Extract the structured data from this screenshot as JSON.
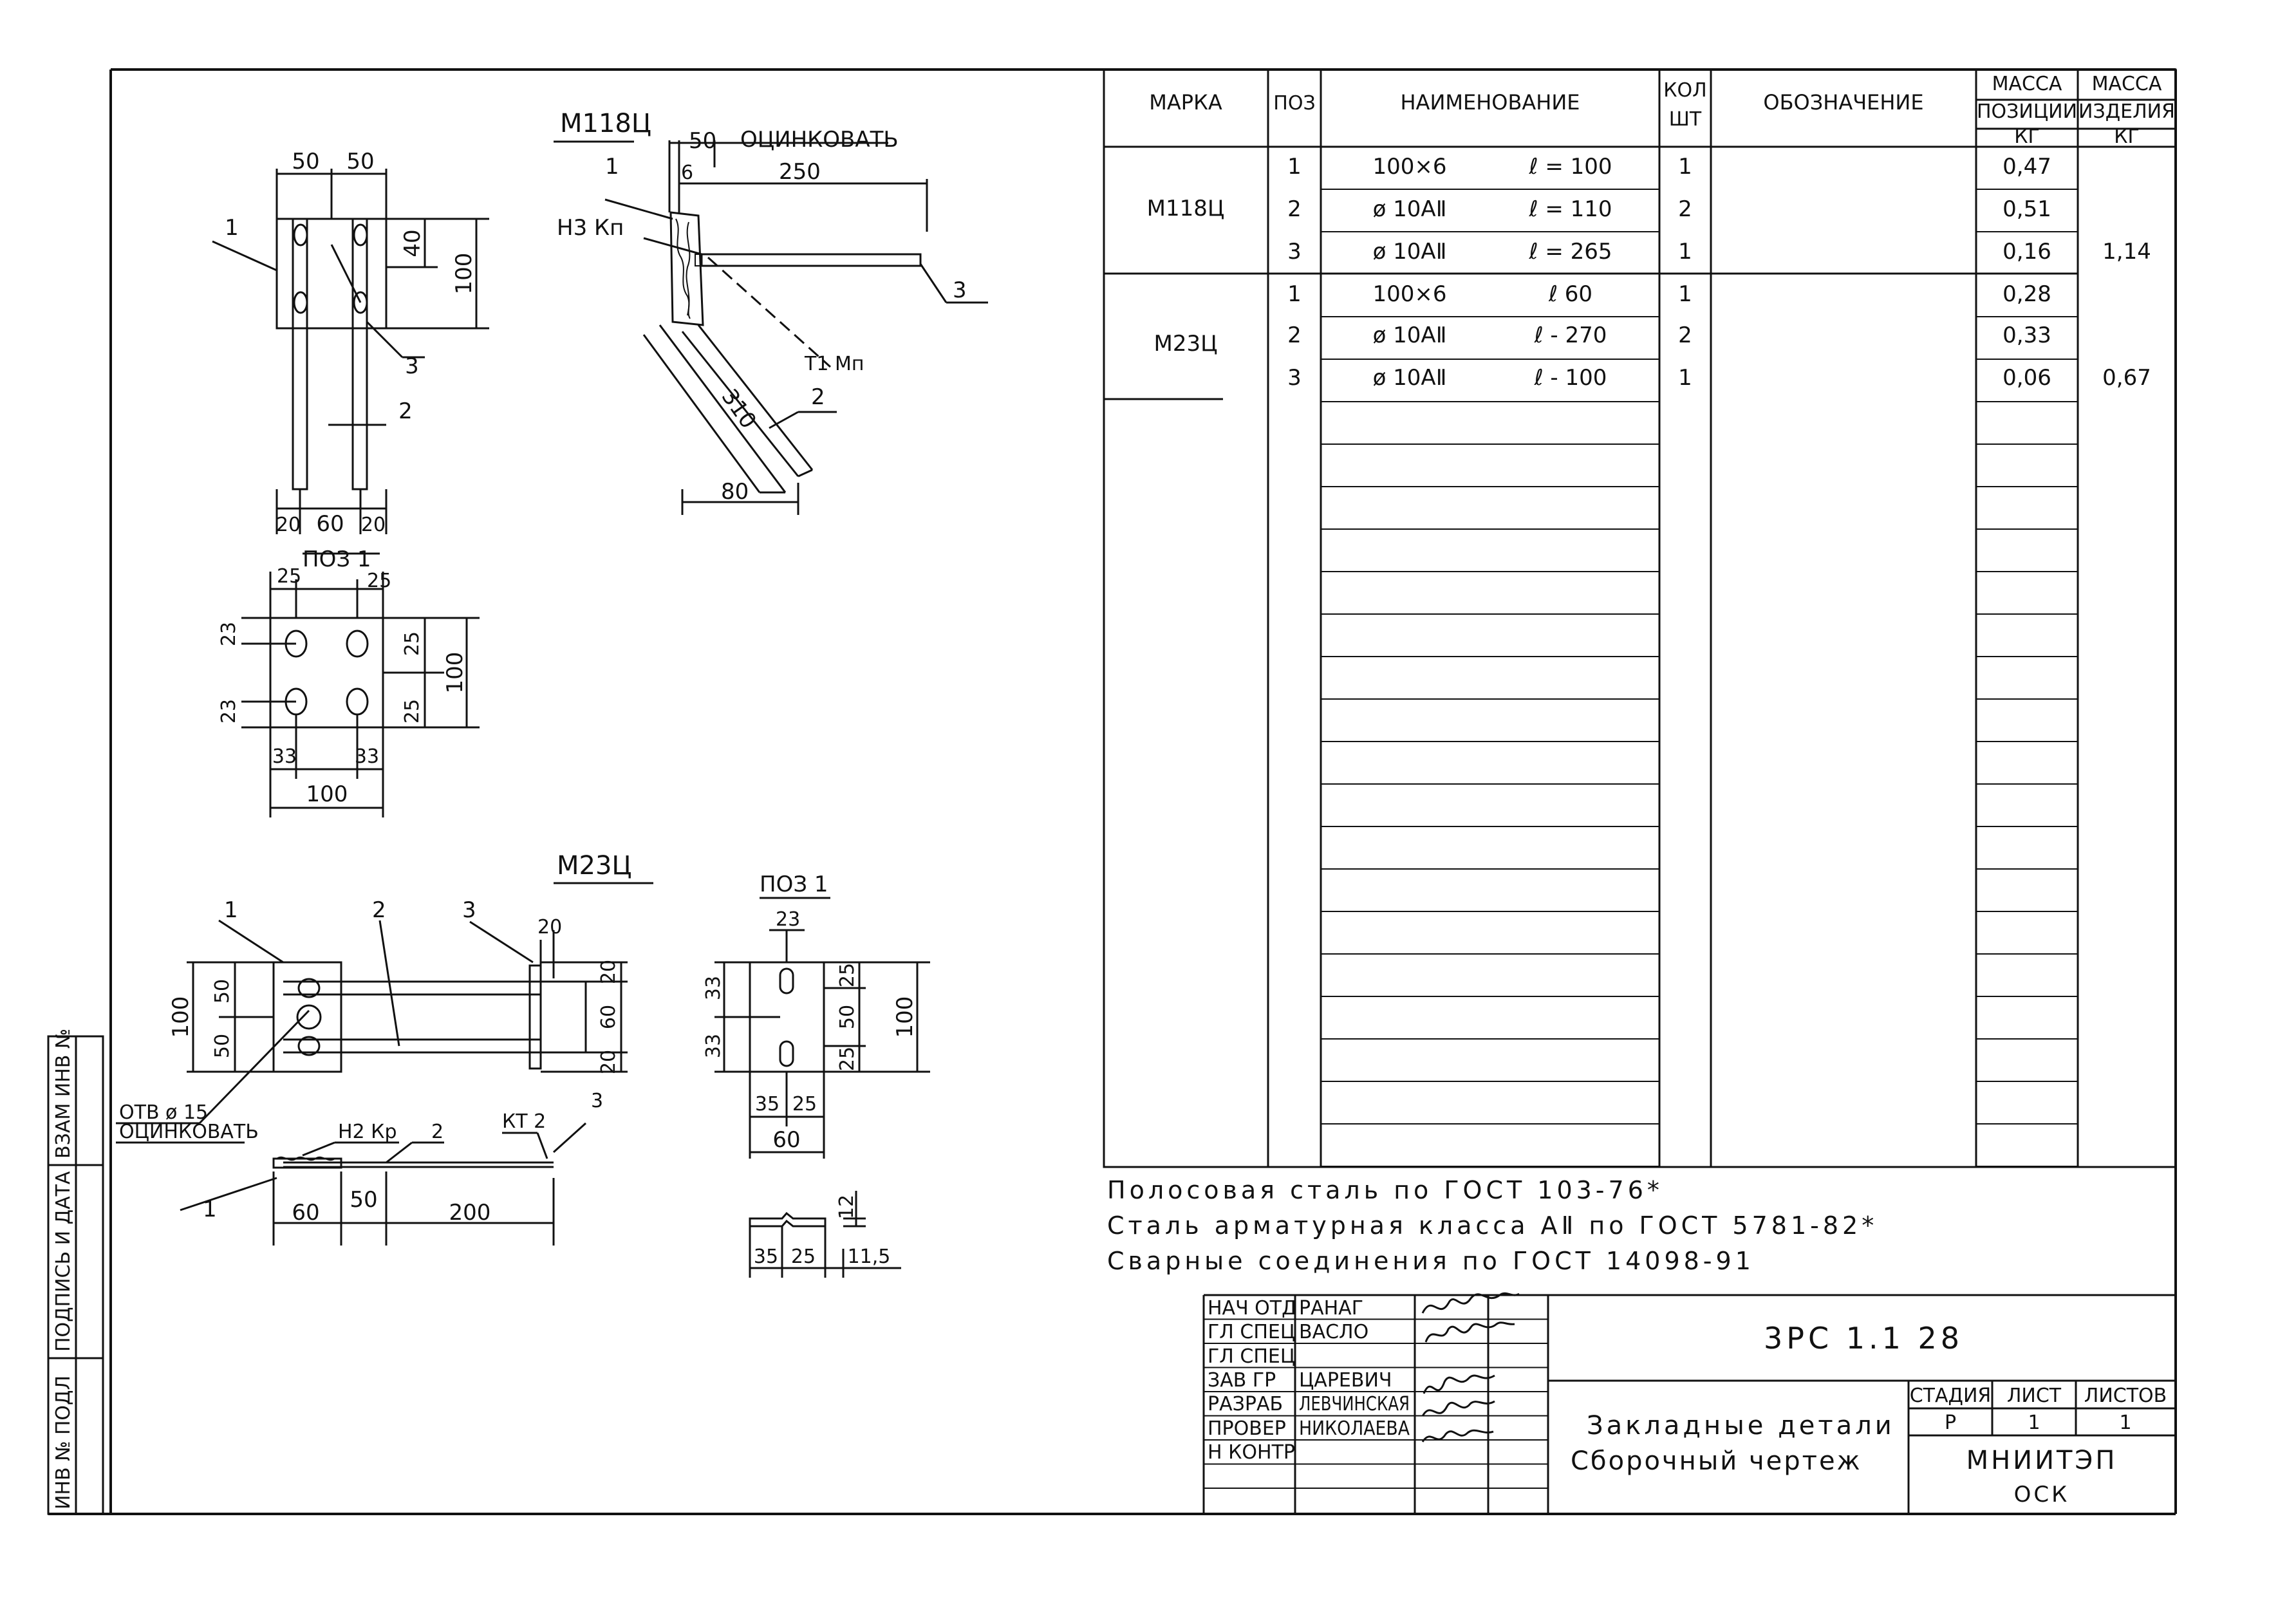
{
  "table": {
    "headers": {
      "mark": "МАРКА",
      "pos": "ПОЗ",
      "name": "НАИМЕНОВАНИЕ",
      "qty_1": "КОЛ",
      "qty_2": "ШТ",
      "designation": "ОБОЗНАЧЕНИЕ",
      "mass_pos_1": "МАССА",
      "mass_pos_2": "ПОЗИЦИИ",
      "mass_pos_3": "КГ",
      "mass_item_1": "МАССА",
      "mass_item_2": "ИЗДЕЛИЯ",
      "mass_item_3": "КГ"
    },
    "rows": [
      {
        "mark": "М118Ц",
        "pos": "1",
        "size": "100×6",
        "len": "ℓ = 100",
        "qty": "1",
        "mass_pos": "0,47",
        "mass_item": ""
      },
      {
        "mark": "",
        "pos": "2",
        "size": "ø 10АⅡ",
        "len": "ℓ = 110",
        "qty": "2",
        "mass_pos": "0,51",
        "mass_item": ""
      },
      {
        "mark": "",
        "pos": "3",
        "size": "ø 10АⅡ",
        "len": "ℓ = 265",
        "qty": "1",
        "mass_pos": "0,16",
        "mass_item": "1,14"
      },
      {
        "mark": "М23Ц",
        "pos": "1",
        "size": "100×6",
        "len": "ℓ 60",
        "qty": "1",
        "mass_pos": "0,28",
        "mass_item": ""
      },
      {
        "mark": "",
        "pos": "2",
        "size": "ø 10АⅡ",
        "len": "ℓ - 270",
        "qty": "2",
        "mass_pos": "0,33",
        "mass_item": ""
      },
      {
        "mark": "",
        "pos": "3",
        "size": "ø 10АⅡ",
        "len": "ℓ - 100",
        "qty": "1",
        "mass_pos": "0,06",
        "mass_item": "0,67"
      }
    ]
  },
  "notes": [
    "Полосовая сталь по ГОСТ 103-76*",
    "Сталь арматурная класса АⅡ по ГОСТ 5781-82*",
    "Сварные соединения по ГОСТ 14098-91"
  ],
  "title_block": {
    "code": "3РС 1.1 28",
    "title_1": "Закладные детали",
    "title_2": "Сборочный чертеж",
    "org_1": "МНИИТЭП",
    "org_2": "ОСК",
    "stage_header": "СТАДИЯ",
    "sheet_header": "ЛИСТ",
    "sheets_header": "ЛИСТОВ",
    "stage": "Р",
    "sheet": "1",
    "sheets": "1",
    "roles": [
      "НАЧ ОТД",
      "ГЛ СПЕЦ",
      "ГЛ СПЕЦ",
      "ЗАВ ГР",
      "РАЗРАБ",
      "ПРОВЕР",
      "Н КОНТР"
    ],
    "names": [
      "РАНАГ",
      "ВАСЛО",
      "",
      "ЦАРЕВИЧ",
      "ЛЕВЧИНСКАЯ",
      "НИКОЛАЕВА",
      ""
    ]
  },
  "side_stamp": {
    "inv_orig": "ИНВ № ПОДЛ",
    "sign_date": "ПОДПИСЬ И ДАТА",
    "inv_repl": "ВЗАМ ИНВ №"
  },
  "drawing": {
    "m118_title": "М118Ц",
    "m23_title": "М23Ц",
    "pos1_title": "ПОЗ 1",
    "pos1b_title": "ПОЗ 1",
    "galv": "ОЦИНКОВАТЬ",
    "galv2": "ОЦИНКОВАТЬ",
    "weld_n3": "Н3 Кп",
    "weld_n2": "Н2 Кр",
    "weld_t1": "Т1 Мп",
    "weld_kt2": "КТ 2",
    "hole": "ОТВ ø 15",
    "d50a": "50",
    "d50b": "50",
    "d40": "40",
    "d100a": "100",
    "d20a": "20",
    "d60a": "60",
    "d20b": "20",
    "d50c": "50",
    "d6": "6",
    "d250": "250",
    "d310": "310",
    "d80": "80",
    "d25a": "25",
    "d25b": "25",
    "d23a": "23",
    "d23b": "23",
    "d25c": "25",
    "d25d": "25",
    "d100b": "100",
    "d33a": "33",
    "d33b": "33",
    "d100c": "100",
    "d100d": "100",
    "d50d": "50",
    "d50e": "50",
    "d20c": "20",
    "d20d": "20",
    "d60b": "60",
    "d20e": "20",
    "d60c": "60",
    "d50f": "50",
    "d200": "200",
    "d23c": "23",
    "d33c": "33",
    "d33d": "33",
    "d25e": "25",
    "d50g": "50",
    "d25f": "25",
    "d100e": "100",
    "d35a": "35",
    "d25g": "25",
    "d60d": "60",
    "d35b": "35",
    "d25h": "25",
    "d11_5": "11,5",
    "d12": "12",
    "lbl1a": "1",
    "lbl2a": "2",
    "lbl3a": "3",
    "lbl1b": "1",
    "lbl2b": "2",
    "lbl3b": "3",
    "lbl1c": "1",
    "lbl2c": "2",
    "lbl3c": "3",
    "lbl1d": "1",
    "lbl2d": "2",
    "lbl3d": "3"
  }
}
